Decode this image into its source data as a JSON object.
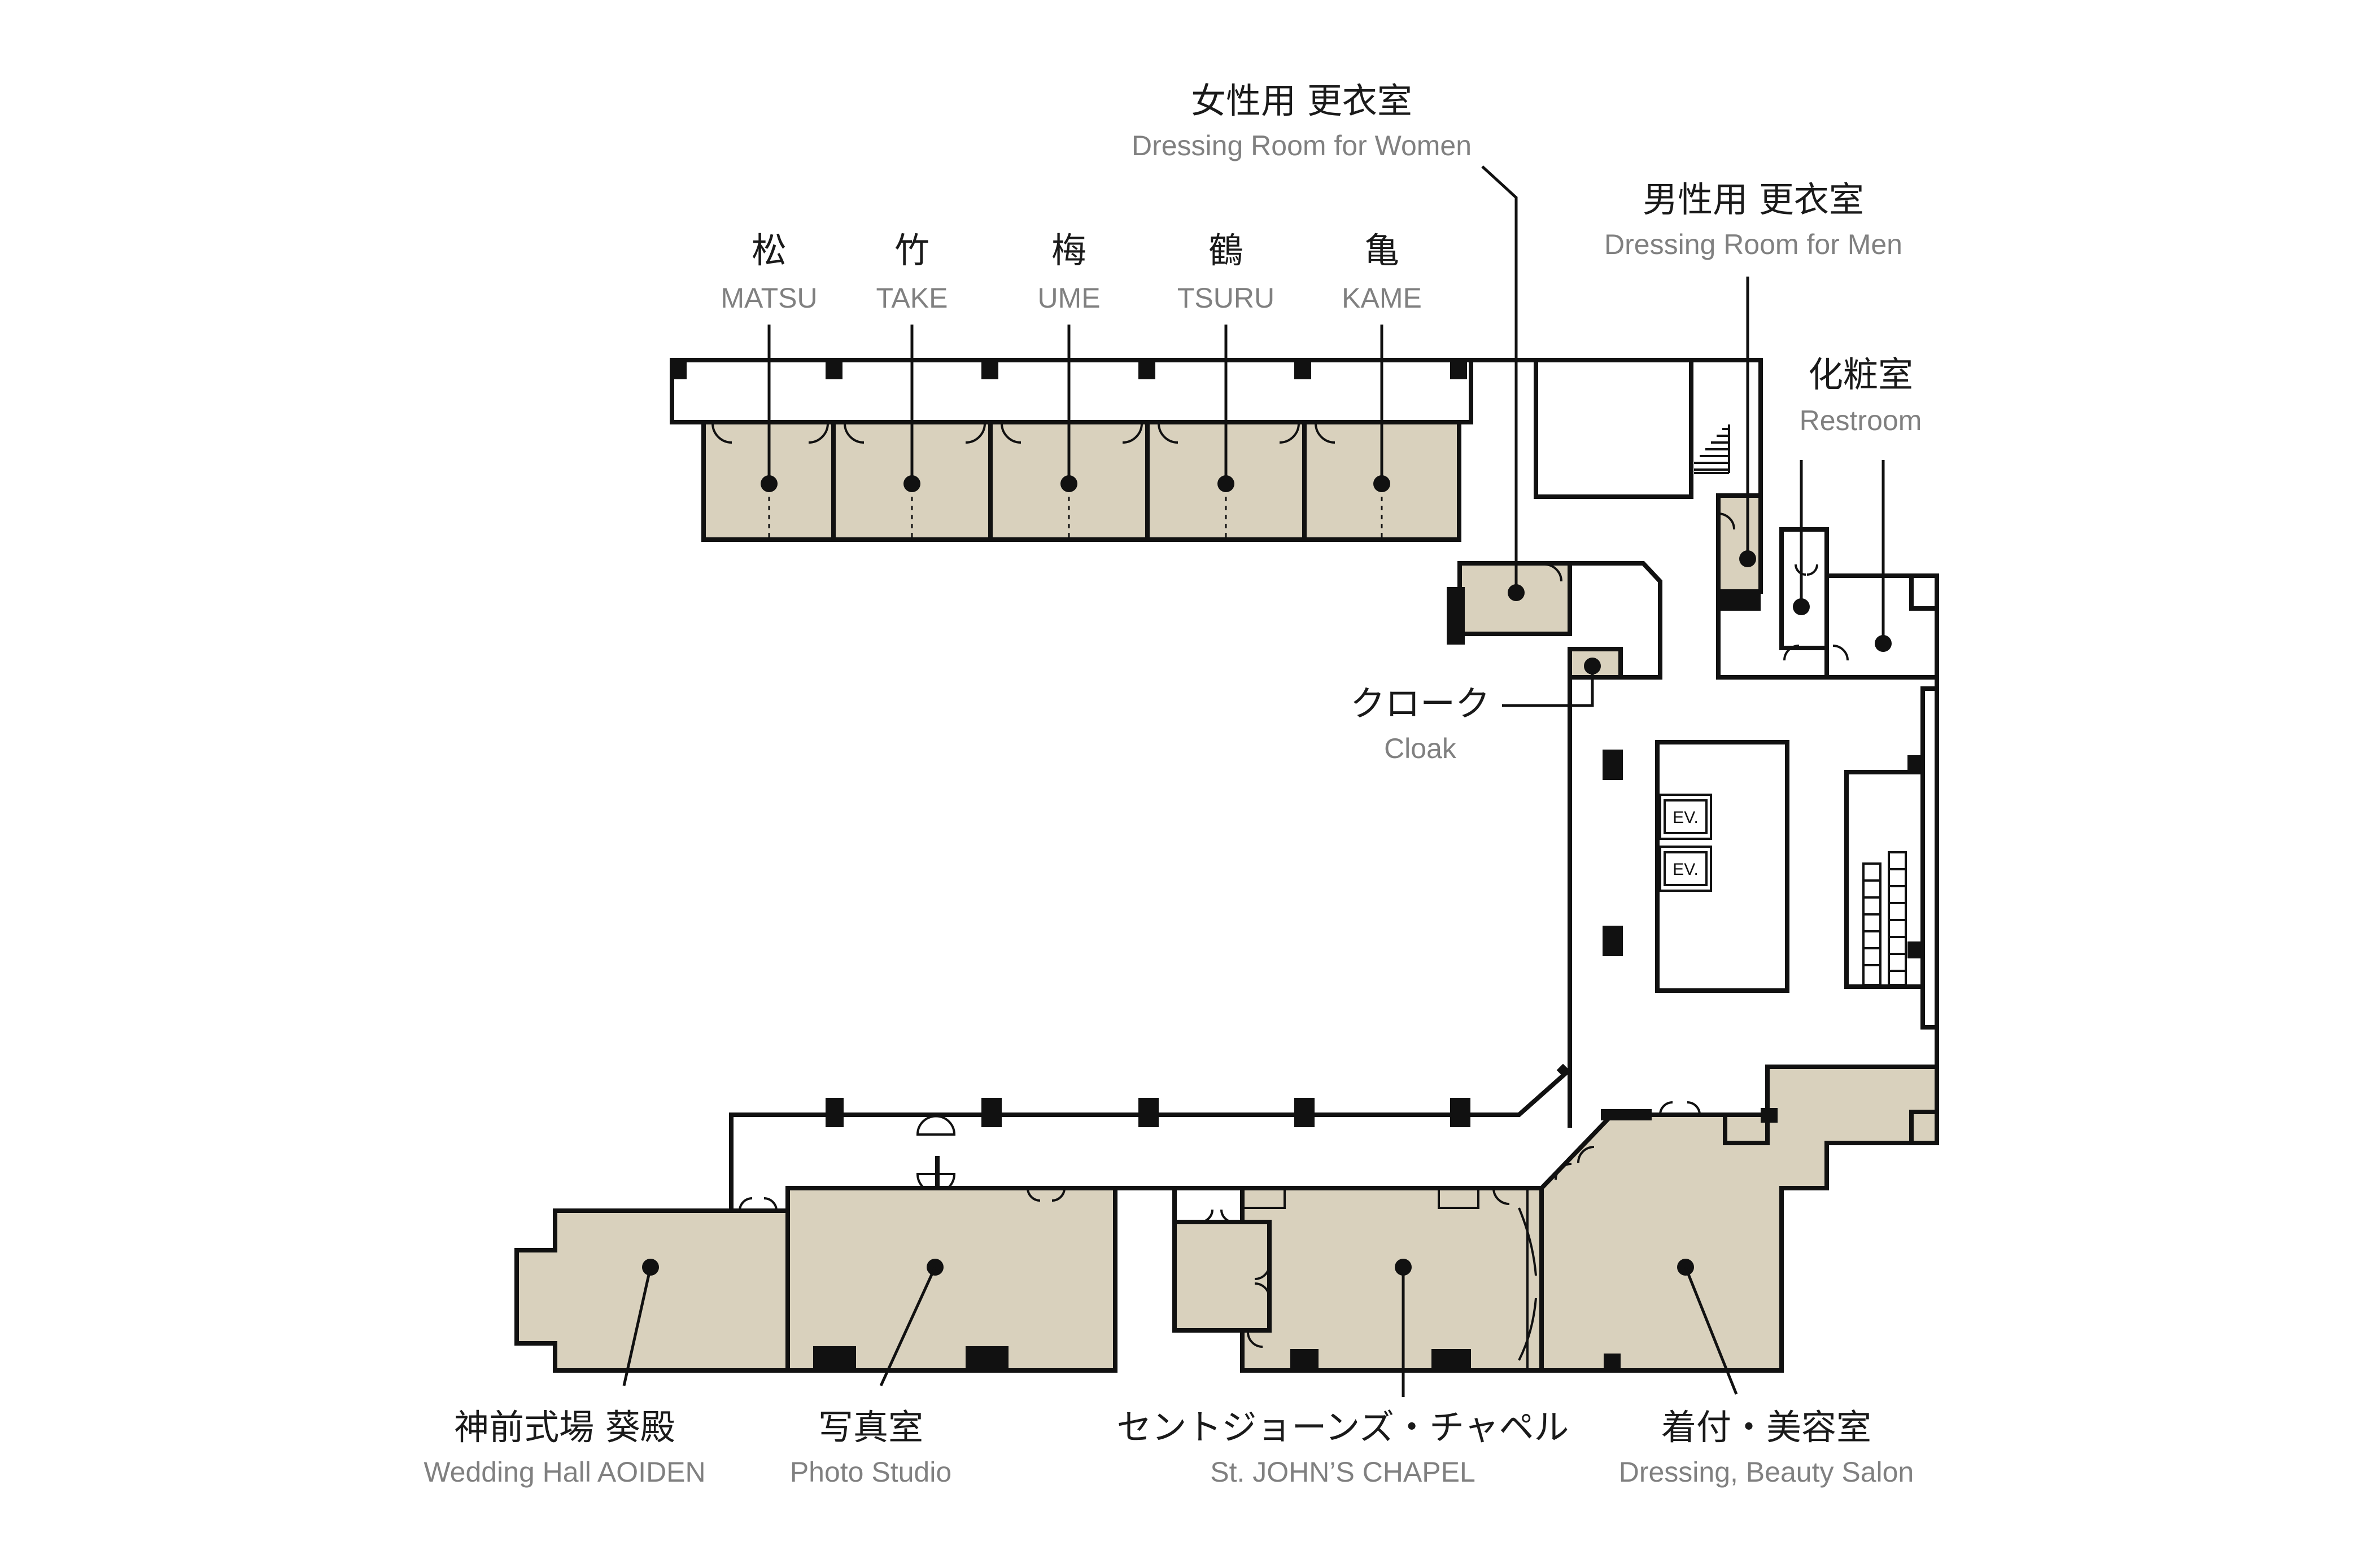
{
  "labels": {
    "matsu": {
      "ja": "松",
      "en": "MATSU"
    },
    "take": {
      "ja": "竹",
      "en": "TAKE"
    },
    "ume": {
      "ja": "梅",
      "en": "UME"
    },
    "tsuru": {
      "ja": "鶴",
      "en": "TSURU"
    },
    "kame": {
      "ja": "亀",
      "en": "KAME"
    },
    "women": {
      "ja": "女性用 更衣室",
      "en": "Dressing Room for Women"
    },
    "men": {
      "ja": "男性用 更衣室",
      "en": "Dressing Room for Men"
    },
    "restroom": {
      "ja": "化粧室",
      "en": "Restroom"
    },
    "cloak": {
      "ja": "クローク",
      "en": "Cloak"
    },
    "aoiden": {
      "ja": "神前式場 葵殿",
      "en": "Wedding Hall AOIDEN"
    },
    "photo": {
      "ja": "写真室",
      "en": "Photo Studio"
    },
    "chapel": {
      "ja": "セントジョーンズ・チャペル",
      "en": "St. JOHN’S CHAPEL"
    },
    "salon": {
      "ja": "着付・美容室",
      "en": "Dressing, Beauty Salon"
    }
  },
  "elevators": {
    "ev1": "EV.",
    "ev2": "EV."
  },
  "colors": {
    "room_fill": "#d9d1bd",
    "wall": "#111111",
    "english_text": "#808080"
  }
}
